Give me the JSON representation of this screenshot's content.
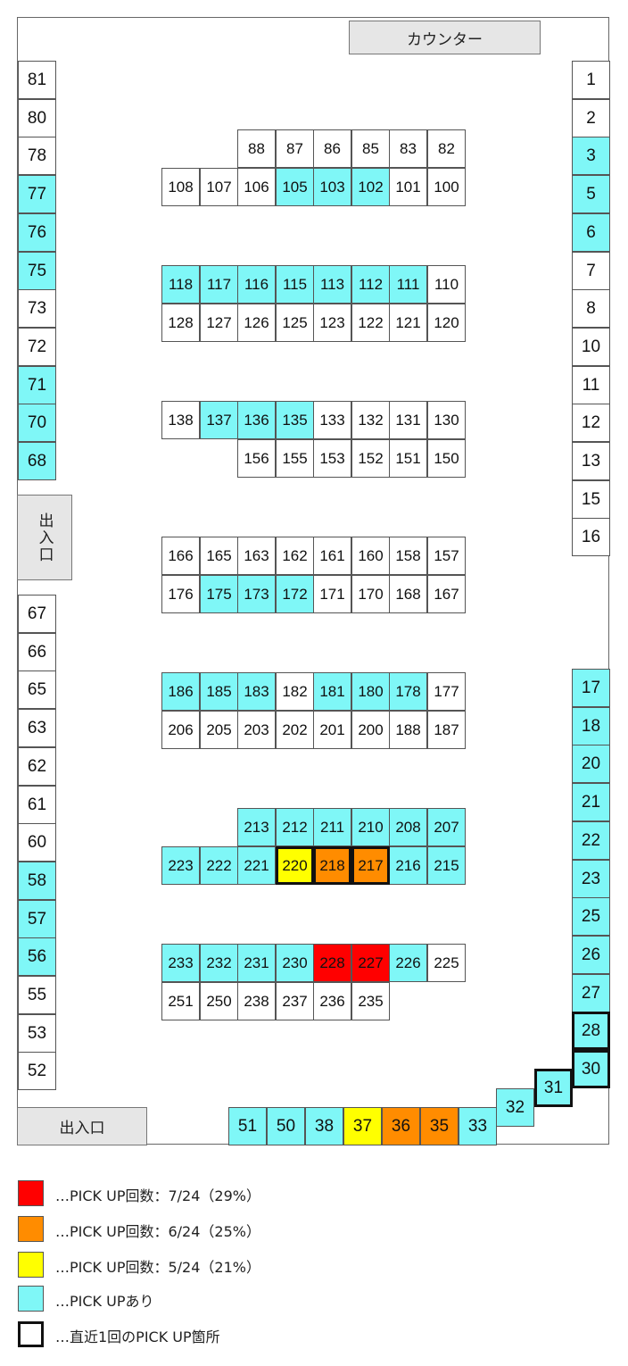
{
  "labels": {
    "counter": "カウンター",
    "entrance_side": "出入口",
    "entrance_bottom": "出入口"
  },
  "colors": {
    "cyan": "#7ff7f7",
    "yellow": "#ffff00",
    "orange": "#ff8c00",
    "red": "#ff0000",
    "plain": "#ffffff"
  },
  "left_column": [
    {
      "n": "81",
      "s": ""
    },
    {
      "n": "80",
      "s": ""
    },
    {
      "n": "78",
      "s": ""
    },
    {
      "n": "77",
      "s": "c"
    },
    {
      "n": "76",
      "s": "c"
    },
    {
      "n": "75",
      "s": "c"
    },
    {
      "n": "73",
      "s": ""
    },
    {
      "n": "72",
      "s": ""
    },
    {
      "n": "71",
      "s": "c"
    },
    {
      "n": "70",
      "s": "c"
    },
    {
      "n": "68",
      "s": "c"
    },
    {
      "n": "67",
      "s": ""
    },
    {
      "n": "66",
      "s": ""
    },
    {
      "n": "65",
      "s": ""
    },
    {
      "n": "63",
      "s": ""
    },
    {
      "n": "62",
      "s": ""
    },
    {
      "n": "61",
      "s": ""
    },
    {
      "n": "60",
      "s": ""
    },
    {
      "n": "58",
      "s": "c"
    },
    {
      "n": "57",
      "s": "c"
    },
    {
      "n": "56",
      "s": "c"
    },
    {
      "n": "55",
      "s": ""
    },
    {
      "n": "53",
      "s": ""
    },
    {
      "n": "52",
      "s": ""
    }
  ],
  "right_column": [
    {
      "n": "1",
      "s": ""
    },
    {
      "n": "2",
      "s": ""
    },
    {
      "n": "3",
      "s": "c"
    },
    {
      "n": "5",
      "s": "c"
    },
    {
      "n": "6",
      "s": "c"
    },
    {
      "n": "7",
      "s": ""
    },
    {
      "n": "8",
      "s": ""
    },
    {
      "n": "10",
      "s": ""
    },
    {
      "n": "11",
      "s": ""
    },
    {
      "n": "12",
      "s": ""
    },
    {
      "n": "13",
      "s": ""
    },
    {
      "n": "15",
      "s": ""
    },
    {
      "n": "16",
      "s": ""
    },
    {
      "n": "17",
      "s": "c"
    },
    {
      "n": "18",
      "s": "c"
    },
    {
      "n": "20",
      "s": "c"
    },
    {
      "n": "21",
      "s": "c"
    },
    {
      "n": "22",
      "s": "c"
    },
    {
      "n": "23",
      "s": "c"
    },
    {
      "n": "25",
      "s": "c"
    },
    {
      "n": "26",
      "s": "c"
    },
    {
      "n": "27",
      "s": "c"
    },
    {
      "n": "28",
      "s": "c",
      "recent": true
    },
    {
      "n": "30",
      "s": "c",
      "recent": true
    }
  ],
  "bottom_row": [
    {
      "n": "51",
      "s": "c"
    },
    {
      "n": "50",
      "s": "c"
    },
    {
      "n": "38",
      "s": "c"
    },
    {
      "n": "37",
      "s": "y"
    },
    {
      "n": "36",
      "s": "o"
    },
    {
      "n": "35",
      "s": "o"
    },
    {
      "n": "33",
      "s": "c"
    },
    {
      "n": "32",
      "s": "c"
    },
    {
      "n": "31",
      "s": "c",
      "recent": true
    }
  ],
  "islands": [
    {
      "top": [
        "",
        "",
        "88",
        "87",
        "86",
        "85",
        "83",
        "82"
      ],
      "top_s": [
        "",
        "",
        "",
        "",
        "",
        "",
        "",
        ""
      ],
      "bottom": [
        "108",
        "107",
        "106",
        "105",
        "103",
        "102",
        "101",
        "100"
      ],
      "bottom_s": [
        "",
        "",
        "",
        "c",
        "c",
        "c",
        "",
        ""
      ]
    },
    {
      "top": [
        "118",
        "117",
        "116",
        "115",
        "113",
        "112",
        "111",
        "110"
      ],
      "top_s": [
        "c",
        "c",
        "c",
        "c",
        "c",
        "c",
        "c",
        ""
      ],
      "bottom": [
        "128",
        "127",
        "126",
        "125",
        "123",
        "122",
        "121",
        "120"
      ],
      "bottom_s": [
        "",
        "",
        "",
        "",
        "",
        "",
        "",
        ""
      ]
    },
    {
      "top": [
        "138",
        "137",
        "136",
        "135",
        "133",
        "132",
        "131",
        "130"
      ],
      "top_s": [
        "",
        "c",
        "c",
        "c",
        "",
        "",
        "",
        ""
      ],
      "bottom": [
        "",
        "",
        "156",
        "155",
        "153",
        "152",
        "151",
        "150"
      ],
      "bottom_s": [
        "",
        "",
        "",
        "",
        "",
        "",
        "",
        ""
      ]
    },
    {
      "top": [
        "166",
        "165",
        "163",
        "162",
        "161",
        "160",
        "158",
        "157"
      ],
      "top_s": [
        "",
        "",
        "",
        "",
        "",
        "",
        "",
        ""
      ],
      "bottom": [
        "176",
        "175",
        "173",
        "172",
        "171",
        "170",
        "168",
        "167"
      ],
      "bottom_s": [
        "",
        "c",
        "c",
        "c",
        "",
        "",
        "",
        ""
      ]
    },
    {
      "top": [
        "186",
        "185",
        "183",
        "182",
        "181",
        "180",
        "178",
        "177"
      ],
      "top_s": [
        "c",
        "c",
        "c",
        "",
        "c",
        "c",
        "c",
        ""
      ],
      "bottom": [
        "206",
        "205",
        "203",
        "202",
        "201",
        "200",
        "188",
        "187"
      ],
      "bottom_s": [
        "",
        "",
        "",
        "",
        "",
        "",
        "",
        ""
      ]
    },
    {
      "top": [
        "",
        "",
        "213",
        "212",
        "211",
        "210",
        "208",
        "207"
      ],
      "top_s": [
        "",
        "",
        "c",
        "c",
        "c",
        "c",
        "c",
        "c"
      ],
      "bottom": [
        "223",
        "222",
        "221",
        "220",
        "218",
        "217",
        "216",
        "215"
      ],
      "bottom_s": [
        "c",
        "c",
        "c",
        "y",
        "o",
        "o",
        "c",
        "c"
      ],
      "bottom_recent": [
        false,
        false,
        false,
        true,
        true,
        true,
        false,
        false
      ]
    },
    {
      "top": [
        "233",
        "232",
        "231",
        "230",
        "228",
        "227",
        "226",
        "225"
      ],
      "top_s": [
        "c",
        "c",
        "c",
        "c",
        "r",
        "r",
        "c",
        ""
      ],
      "bottom": [
        "251",
        "250",
        "238",
        "237",
        "236",
        "235",
        "",
        ""
      ],
      "bottom_s": [
        "",
        "",
        "",
        "",
        "",
        "",
        "",
        ""
      ]
    }
  ],
  "legend": [
    {
      "swatch": "r",
      "text": "…PICK UP回数：7/24（29%）"
    },
    {
      "swatch": "o",
      "text": "…PICK UP回数：6/24（25%）"
    },
    {
      "swatch": "y",
      "text": "…PICK UP回数：5/24（21%）"
    },
    {
      "swatch": "c",
      "text": "…PICK UPあり"
    },
    {
      "swatch": "recent",
      "text": "…直近1回のPICK UP箇所"
    }
  ]
}
